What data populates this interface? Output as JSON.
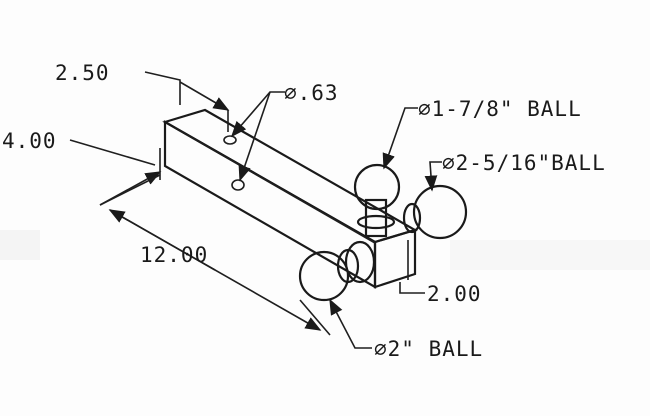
{
  "drawing": {
    "dim_hole_spacing": "2.50",
    "dim_hole_diameter": "∅.63",
    "dim_ball_1": "∅1-7/8\" BALL",
    "dim_width": "4.00",
    "dim_ball_2": "∅2-5/16\"BALL",
    "dim_length": "12.00",
    "dim_height": "2.00",
    "dim_ball_3": "∅2\" BALL"
  },
  "colors": {
    "ink": "#1a1a1a",
    "paper": "#fdfdfd"
  }
}
